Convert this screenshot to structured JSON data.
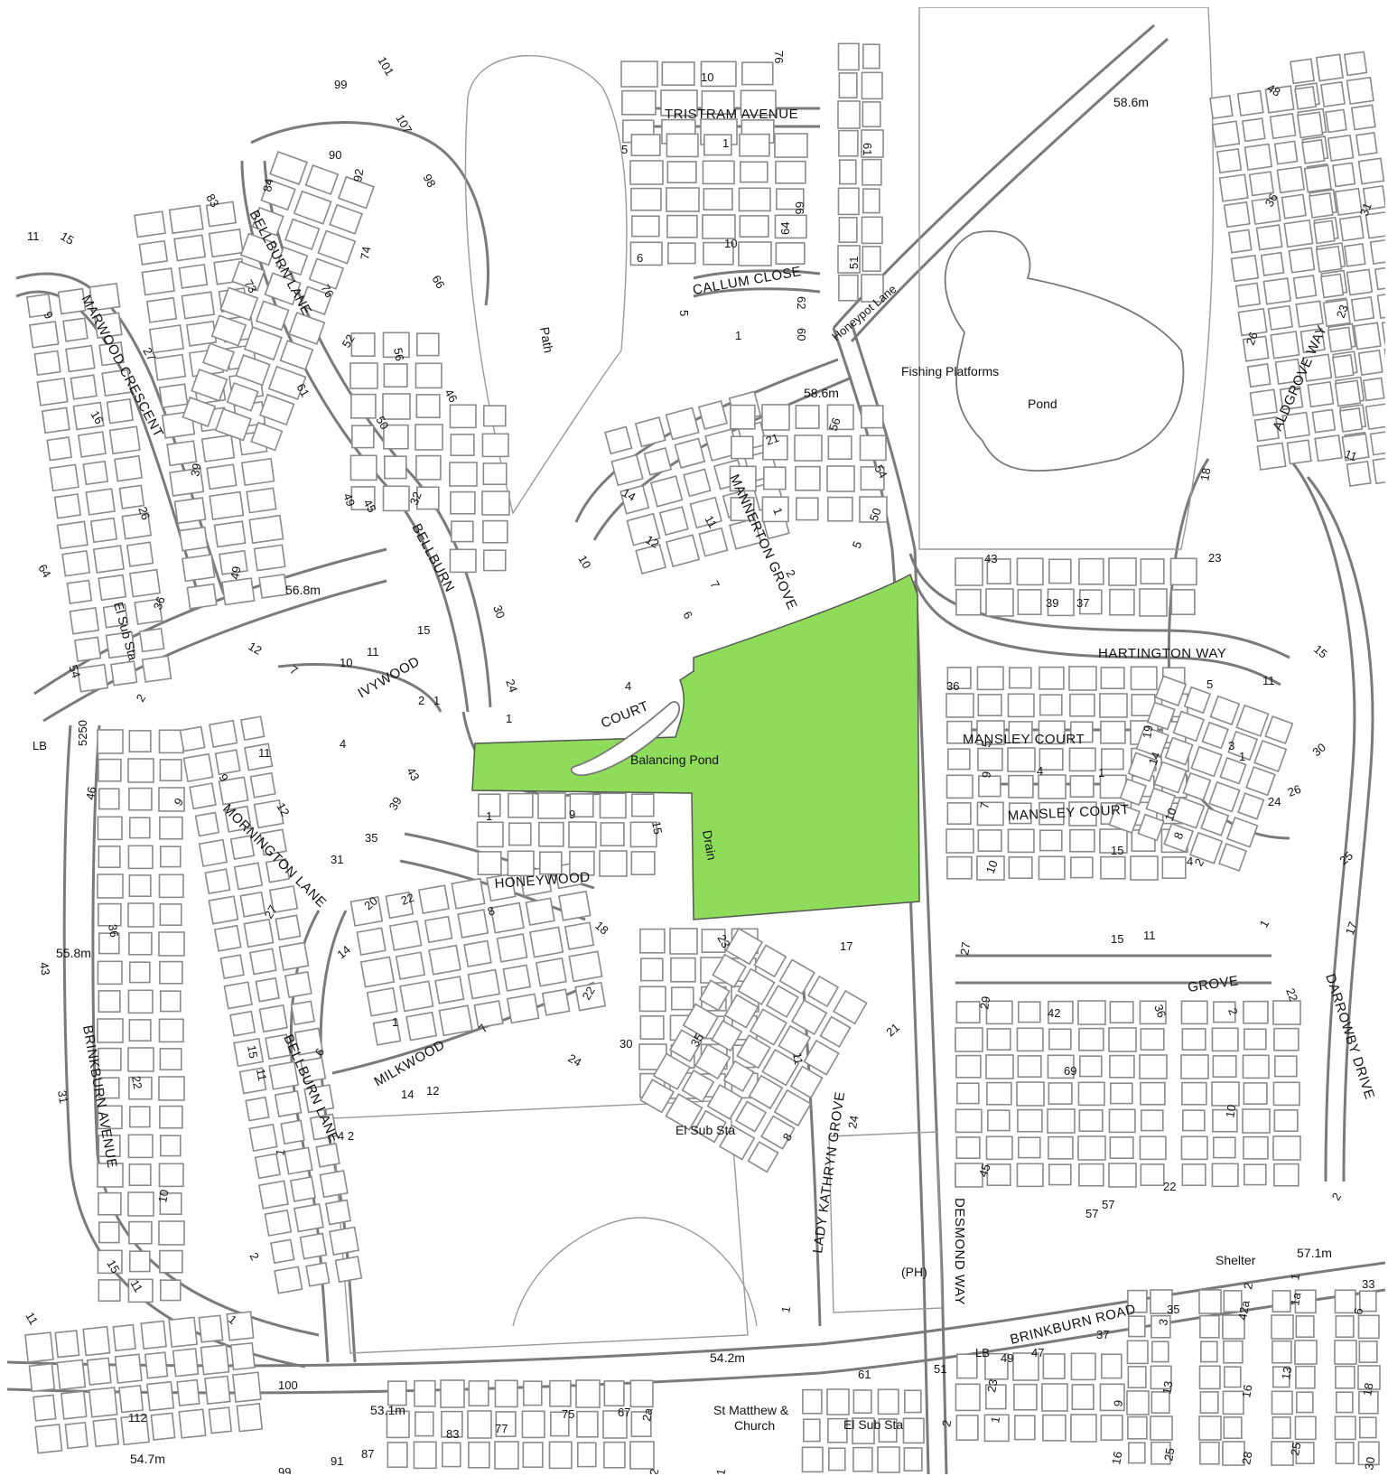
{
  "map": {
    "roads": {
      "tristram_avenue": "TRISTRAM AVENUE",
      "callum_close": "CALLUM CLOSE",
      "honeypot_lane": "Honeypot Lane",
      "bellburn_lane": "BELLBURN LANE",
      "bellburn": "BELLBURN",
      "court": "COURT",
      "marwood_crescent": "MARWOOD CRESCENT",
      "ivywood": "IVYWOOD",
      "mannerton_grove": "MANNERTON GROVE",
      "hartington_way": "HARTINGTON WAY",
      "aldgrove_way": "ALDGROVE WAY",
      "mansley_court_1": "MANSLEY COURT",
      "mansley_court_2": "MANSLEY COURT",
      "mornington_lane": "MORNINGTON LANE",
      "honeywood": "HONEYWOOD",
      "milkwood": "MILKWOOD",
      "bellburn_lane_2": "BELLBURN LANE",
      "brinkburn_avenue": "BRINKBURN AVENUE",
      "lady_kathryn_grove": "LADY KATHRYN GROVE",
      "desmond_way": "DESMOND WAY",
      "grove": "GROVE",
      "darrowby_drive": "DARROWBY DRIVE",
      "brinkburn_road": "BRINKBURN ROAD"
    },
    "features": {
      "path": "Path",
      "fishing_platforms": "Fishing Platforms",
      "pond": "Pond",
      "balancing_pond": "Balancing Pond",
      "drain": "Drain",
      "el_sub_sta_1": "El Sub Sta",
      "el_sub_sta_2": "El Sub Sta",
      "el_sub_sta_3": "El Sub Sta",
      "ph": "(PH)",
      "shelter": "Shelter",
      "church": "St Matthew &",
      "church_2": "Church",
      "lb_1": "LB",
      "lb_2": "LB"
    },
    "spot_heights": {
      "h1": "58.6m",
      "h2": "58.6m",
      "h3": "56.8m",
      "h4": "55.8m",
      "h5": "57.1m",
      "h6": "54.2m",
      "h7": "53.1m",
      "h8": "54.7m"
    },
    "colors": {
      "site_fill": "#8edc5a",
      "line": "#7a7a7a"
    },
    "house_numbers": {
      "n_101": "101",
      "n_99": "99",
      "n_107": "107",
      "n_10a": "10",
      "n_76a": "76",
      "n_5a": "5",
      "n_1a": "1",
      "n_61a": "61",
      "n_66a": "66",
      "n_64a": "64",
      "n_10b": "10",
      "n_6a": "6",
      "n_51a": "51",
      "n_5b": "5",
      "n_62": "62",
      "n_60": "60",
      "n_1b": "1",
      "n_48": "48",
      "n_36a": "36",
      "n_31": "31",
      "n_23a": "23",
      "n_26a": "26",
      "n_11a": "11",
      "n_18": "18",
      "n_23b": "23",
      "n_83": "83",
      "n_84": "84",
      "n_90": "90",
      "n_92": "92",
      "n_98": "98",
      "n_73": "73",
      "n_74": "74",
      "n_76b": "76",
      "n_66b": "66",
      "n_11b": "11",
      "n_15a": "15",
      "n_9a": "9",
      "n_27a": "27",
      "n_16": "16",
      "n_52": "52",
      "n_56": "56",
      "n_61b": "61",
      "n_50a": "50",
      "n_46a": "46",
      "n_39a": "39",
      "n_49a": "49",
      "n_45a": "45",
      "n_32": "32",
      "n_26b": "26",
      "n_64b": "64",
      "n_36b": "36",
      "n_54a": "54",
      "n_49b": "49",
      "n_56b": "56",
      "n_21a": "21",
      "n_54b": "54",
      "n_14a": "14",
      "n_11c": "11",
      "n_1c": "1",
      "n_50b": "50",
      "n_5c": "5",
      "n_12a": "12",
      "n_7a": "7",
      "n_2a": "2",
      "n_6b": "6",
      "n_10c": "10",
      "n_30a": "30",
      "n_24a": "24",
      "n_4a": "4",
      "n_1d": "1",
      "n_43a": "43",
      "n_39b": "39",
      "n_37a": "37",
      "n_15b": "15",
      "n_5d": "5",
      "n_11d": "11",
      "n_12b": "12",
      "n_7b": "7",
      "n_10d": "10",
      "n_11e": "11",
      "n_15c": "15",
      "n_2b": "2",
      "n_1e": "1",
      "n_36c": "36",
      "n_19": "19",
      "n_14b": "14",
      "n_5e": "5",
      "n_9b": "9",
      "n_4b": "4",
      "n_1f": "1",
      "n_3": "3",
      "n_1g": "1",
      "n_30b": "30",
      "n_26c": "26",
      "n_24b": "24",
      "n_2c": "2",
      "n_5250": "5250",
      "n_69": "69",
      "n_57a": "57",
      "n_46b": "46",
      "n_9c": "9",
      "n_11f": "11",
      "n_4c": "4",
      "n_43b": "43",
      "n_9d": "9",
      "n_12c": "12",
      "n_39c": "39",
      "n_35a": "35",
      "n_31b": "31",
      "n_1h": "1",
      "n_9e": "9",
      "n_15d": "15",
      "n_7c": "7",
      "n_10e": "10",
      "n_15e": "15",
      "n_10f": "10",
      "n_8a": "8",
      "n_4d": "4",
      "n_2d": "2",
      "n_25a": "25",
      "n_36d": "36",
      "n_27b": "27",
      "n_43c": "43",
      "n_20": "20",
      "n_22a": "22",
      "n_8b": "8",
      "n_18b": "18",
      "n_14c": "14",
      "n_23c": "23",
      "n_17a": "17",
      "n_27c": "27",
      "n_15f": "15",
      "n_11g": "11",
      "n_1i": "1",
      "n_17b": "17",
      "n_22b": "22",
      "n_1j": "1",
      "n_7d": "7",
      "n_6c": "6",
      "n_30c": "30",
      "n_35b": "35",
      "n_24c": "24",
      "n_11h": "11",
      "n_21b": "21",
      "n_29": "29",
      "n_42": "42",
      "n_36e": "36",
      "n_2e": "2",
      "n_22c": "22",
      "n_31c": "31",
      "n_22d": "22",
      "n_15g": "15",
      "n_11i": "11",
      "n_14d": "14",
      "n_12d": "12",
      "n_4_2": "4 2",
      "n_1k": "1",
      "n_8c": "8",
      "n_24d": "24",
      "n_45b": "45",
      "n_10g": "10",
      "n_10h": "10",
      "n_57b": "57",
      "n_22e": "22",
      "n_2f": "2",
      "n_2g": "2",
      "n_15h": "15",
      "n_11j": "11",
      "n_11k": "11",
      "n_1l": "1",
      "n_1m": "1",
      "n_35c": "35",
      "n_37b": "37",
      "n_49c": "49",
      "n_47": "47",
      "n_3b": "3",
      "n_42a": "42a",
      "n_2h": "2",
      "n_1a_b": "1a",
      "n_1n": "1",
      "n_33": "33",
      "n_6d": "6",
      "n_100": "100",
      "n_112": "112",
      "n_61c": "61",
      "n_51b": "51",
      "n_23d": "23",
      "n_1o": "1",
      "n_13a": "13",
      "n_16b": "16",
      "n_13b": "13",
      "n_18c": "18",
      "n_9f": "9",
      "n_83b": "83",
      "n_77": "77",
      "n_75": "75",
      "n_67": "67",
      "n_2a_b": "2a",
      "n_99b": "99",
      "n_91": "91",
      "n_87": "87",
      "n_2i": "2",
      "n_1p": "1",
      "n_2j": "2",
      "n_16c": "16",
      "n_25b": "25",
      "n_28": "28",
      "n_25c": "25",
      "n_30d": "30"
    }
  }
}
